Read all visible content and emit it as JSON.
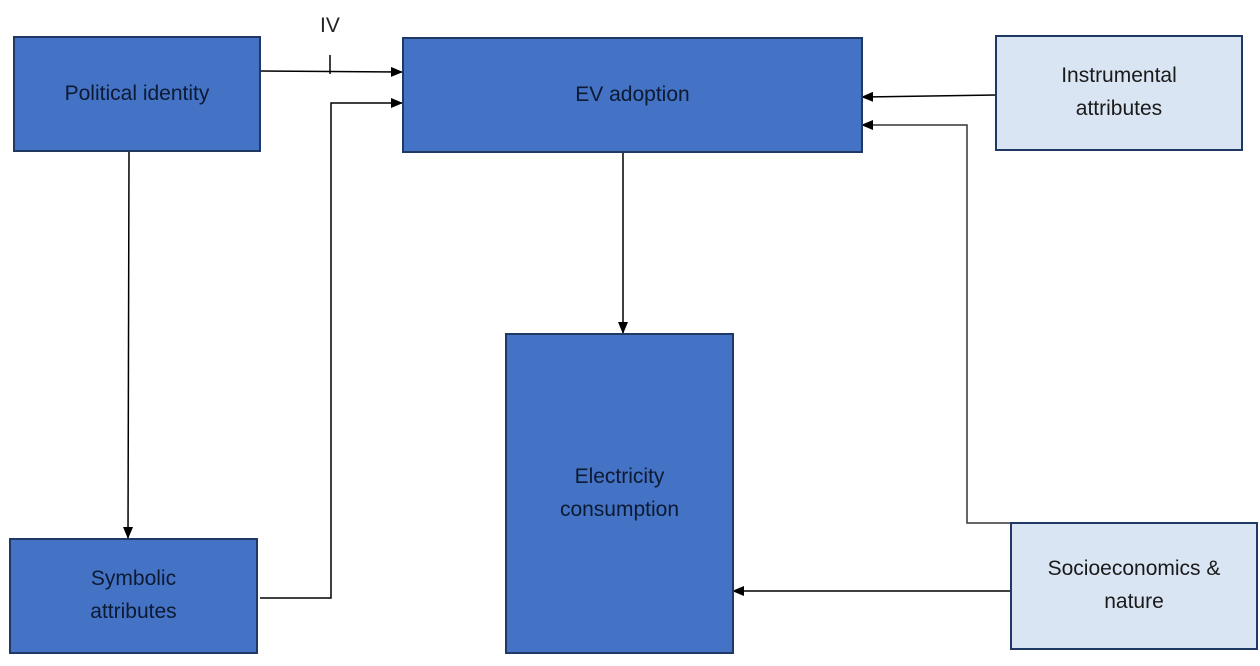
{
  "diagram": {
    "nodes": {
      "political_identity": "Political identity",
      "ev_adoption": "EV adoption",
      "instrumental_attributes": "Instrumental\nattributes",
      "symbolic_attributes": "Symbolic\nattributes",
      "electricity_consumption": "Electricity\nconsumption",
      "socioeconomics_nature": "Socioeconomics &\nnature"
    },
    "edge_labels": {
      "iv": "IV"
    },
    "edges": [
      {
        "from": "political_identity",
        "to": "ev_adoption",
        "label": "IV"
      },
      {
        "from": "political_identity",
        "to": "symbolic_attributes"
      },
      {
        "from": "symbolic_attributes",
        "to": "ev_adoption"
      },
      {
        "from": "instrumental_attributes",
        "to": "ev_adoption"
      },
      {
        "from": "socioeconomics_nature",
        "to": "ev_adoption"
      },
      {
        "from": "ev_adoption",
        "to": "electricity_consumption"
      },
      {
        "from": "socioeconomics_nature",
        "to": "electricity_consumption"
      }
    ],
    "colors": {
      "primary_fill": "#4472c4",
      "secondary_fill": "#dae5f3",
      "border": "#1f3864"
    }
  }
}
